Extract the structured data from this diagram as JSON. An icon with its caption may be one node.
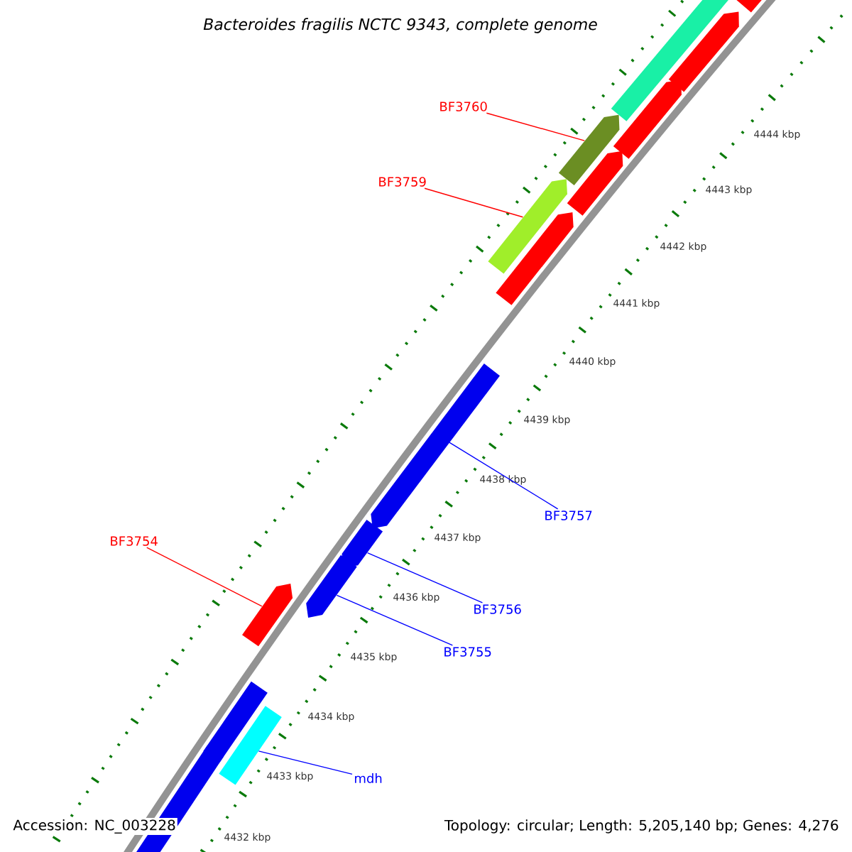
{
  "diagram": {
    "title": "Bacteroides fragilis NCTC 9343, complete genome",
    "nodes": [
      {
        "text": [
          "BF3760"
        ]
      },
      {
        "text": [],
        "shape": "bar"
      },
      {
        "text": [
          "BF3759"
        ]
      },
      {
        "text": [],
        "shape": "bar"
      },
      {
        "text": [
          "BF3754"
        ]
      },
      {
        "text": [],
        "shape": "bar"
      },
      {
        "text": [
          "BF3757"
        ]
      },
      {
        "text": [],
        "shape": "bar"
      },
      {
        "text": [
          "BF3756"
        ]
      },
      {
        "text": [],
        "shape": "bar"
      },
      {
        "text": [
          "BF3755"
        ]
      },
      {
        "text": [],
        "shape": "bar"
      },
      {
        "text": [
          "mdh"
        ]
      },
      {
        "text": [],
        "shape": "bar"
      },
      {
        "text": [],
        "shape": "bar"
      },
      {
        "text": [],
        "shape": "bar"
      },
      {
        "text": [],
        "shape": "bar"
      },
      {
        "text": [],
        "shape": "bar"
      },
      {
        "text": [],
        "shape": "bar"
      },
      {
        "text": [],
        "shape": "bar"
      },
      {
        "text": [],
        "shape": "bar"
      },
      {
        "text": [],
        "shape": "bar"
      }
    ],
    "edges": [
      {
        "from": 0,
        "to": 1,
        "arrow": "none",
        "color": "#ff0000"
      },
      {
        "from": 2,
        "to": 3,
        "arrow": "none",
        "color": "#ff0000"
      },
      {
        "from": 4,
        "to": 5,
        "arrow": "none",
        "color": "#ff0000"
      },
      {
        "from": 6,
        "to": 7,
        "arrow": "none"
      },
      {
        "from": 8,
        "to": 9,
        "arrow": "none"
      },
      {
        "from": 10,
        "to": 11,
        "arrow": "none"
      },
      {
        "from": 12,
        "to": 13,
        "arrow": "none"
      }
    ],
    "labels": [
      "4444 kbp",
      "4443 kbp",
      "4442 kbp",
      "4441 kbp",
      "4440 kbp",
      "4439 kbp",
      "4438 kbp",
      "4437 kbp",
      "4436 kbp",
      "4435 kbp",
      "4434 kbp",
      "4433 kbp",
      "4432 kbp",
      "Accession: NC_003228",
      "Topology: circular; Length: 5,205,140 bp; Genes: 4,276"
    ]
  }
}
